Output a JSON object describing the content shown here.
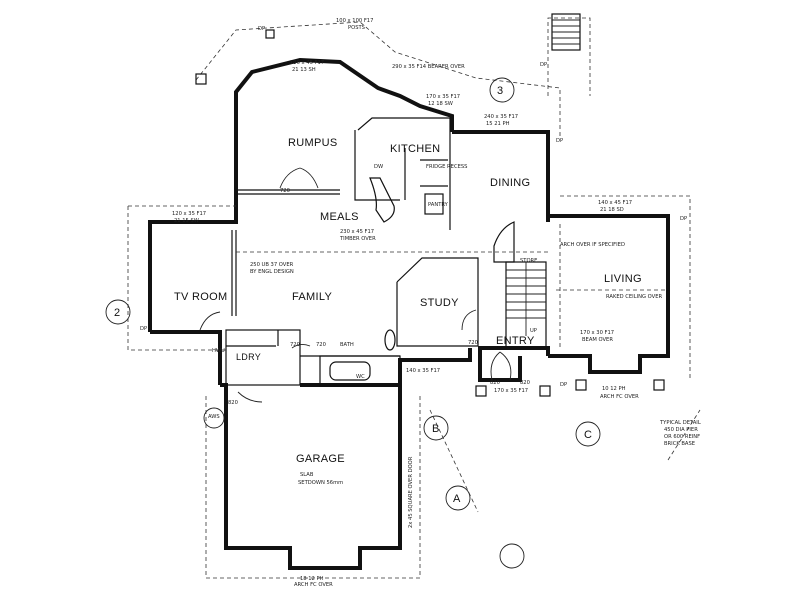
{
  "rooms": {
    "rumpus": "RUMPUS",
    "kitchen": "KITCHEN",
    "dining": "DINING",
    "meals": "MEALS",
    "tv_room": "TV ROOM",
    "family": "FAMILY",
    "study": "STUDY",
    "entry": "ENTRY",
    "living": "LIVING",
    "garage": "GARAGE",
    "ldry": "LDRY",
    "store": "STORE",
    "pantry": "PANTRY",
    "wc": "WC",
    "bath": "BATH"
  },
  "grid_markers": {
    "marker_3": "3",
    "marker_2": "2",
    "marker_a": "A",
    "marker_b": "B",
    "marker_c": "C"
  },
  "notes": {
    "posts": "100 x 100 F17",
    "posts2": "POSTS",
    "bearer": "290 x 35 F14 BEARER OVER",
    "rumpus_beam": "190 x 45 F17",
    "rumpus_beam2": "21 13 SH",
    "kitchen_beam": "170 x 35 F17",
    "kitchen_beam2": "12 18 SW",
    "dining_beam": "240 x 35 F17",
    "dining_beam2": "15 21 PH",
    "dw": "DW",
    "fridge": "FRIDGE RECESS",
    "meals_beam": "230 x 45 F17",
    "meals_beam2": "TIMBER OVER",
    "family_beam": "250 UB 37 OVER",
    "family_beam2": "BY ENGL DESIGN",
    "tv_beam": "120 x 35 F17",
    "tv_beam2": "21 15 SW",
    "living_beam": "140 x 45 F17",
    "living_beam2": "21 18 SD",
    "living_arch": "ARCH OVER IF SPECIFIED",
    "raked": "RAKED CEILING OVER",
    "living_beam3": "170 x 30 F17",
    "living_beam4": "BEAM OVER",
    "entry_beam": "170 x 35 F17",
    "study_beam": "140 x 35 F17",
    "arch": "ARCH FC OVER",
    "arch2": "ARCH FC OVER",
    "opening": "18 12 PH",
    "opening2": "10 12 PH",
    "garage_slab": "SLAB",
    "garage_setdown": "SETDOWN 56mm",
    "garage_side": "2x 45 SQUARE OVER DOOR",
    "door_720a": "720",
    "door_720b": "720",
    "door_720c": "720",
    "door_720d": "720",
    "door_820a": "820",
    "door_820b": "820",
    "door_820c": "820",
    "dp1": "DP",
    "dp2": "DP",
    "dp3": "DP",
    "dp4": "DP",
    "dp5": "DP",
    "dp6": "DP",
    "aws": "AWS",
    "hwu": "HWU",
    "up": "UP",
    "cut_note": "TYPICAL DETAIL",
    "cut_note2": "450 DIA PIER",
    "cut_note3": "OR 600 REINF",
    "cut_note4": "BRICK BASE"
  }
}
